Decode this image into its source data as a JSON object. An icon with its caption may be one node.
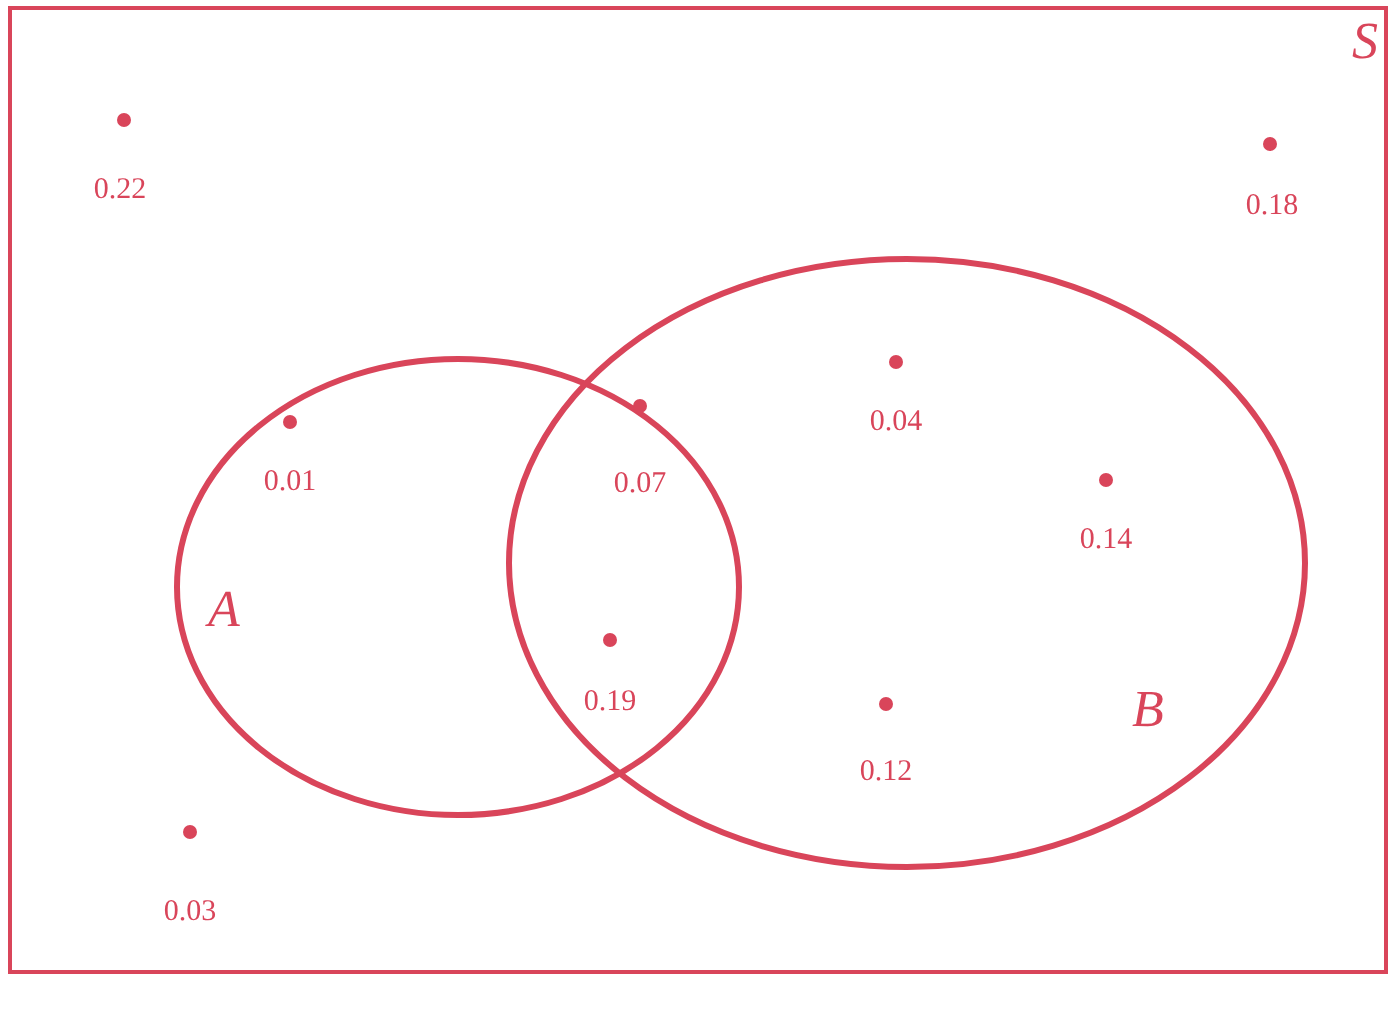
{
  "diagram": {
    "nodes": [
      {
        "text": [
          "S"
        ]
      },
      {
        "text": [
          "A"
        ],
        "in": 0
      },
      {
        "text": [
          "B"
        ],
        "in": 0
      }
    ],
    "labels": [
      "0.22",
      "0.18",
      "0.04",
      "0.07",
      "0.01",
      "0.14",
      "0.19",
      "0.12",
      "0.03"
    ]
  }
}
